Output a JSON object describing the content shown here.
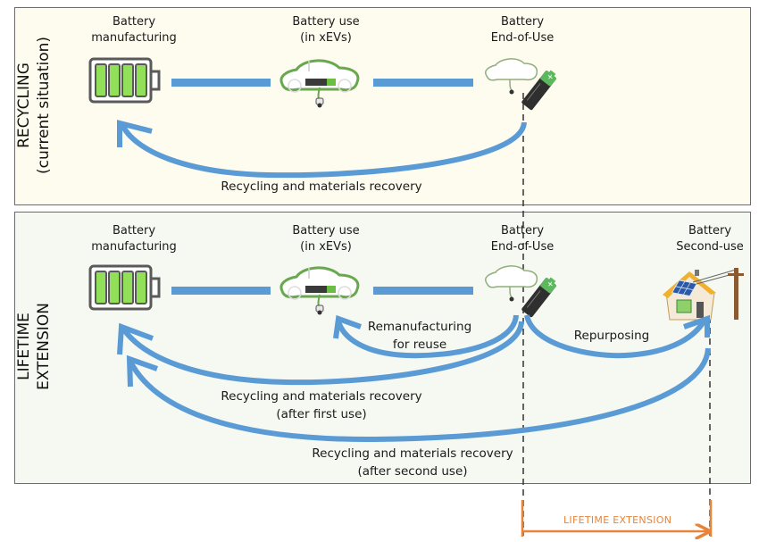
{
  "colors": {
    "arrow_blue": "#5b9bd5",
    "connector_blue": "#5b9bd5",
    "battery_green": "#92e05a",
    "battery_outline": "#5a5a5a",
    "lifetime_orange": "#e8843a",
    "panel_top_bg": "#fefcef",
    "panel_bottom_bg": "#f5f9f1",
    "dashed_line": "#333333"
  },
  "panels": {
    "top": {
      "side_label": [
        "RECYCLING",
        "(current situation)"
      ],
      "stages": [
        {
          "id": "manufacturing",
          "lines": [
            "Battery",
            "manufacturing"
          ],
          "icon": "battery-full-icon"
        },
        {
          "id": "use",
          "lines": [
            "Battery use",
            "(in xEVs)"
          ],
          "icon": "electric-car-icon"
        },
        {
          "id": "end-of-use",
          "lines": [
            "Battery",
            "End-of-Use"
          ],
          "icon": "removed-battery-icon"
        }
      ],
      "flows": [
        {
          "id": "recycling",
          "lines": [
            "Recycling and materials recovery"
          ],
          "from": "end-of-use",
          "to": "manufacturing"
        }
      ]
    },
    "bottom": {
      "side_label": [
        "LIFETIME",
        "EXTENSION"
      ],
      "stages": [
        {
          "id": "manufacturing",
          "lines": [
            "Battery",
            "manufacturing"
          ],
          "icon": "battery-full-icon"
        },
        {
          "id": "use",
          "lines": [
            "Battery use",
            "(in xEVs)"
          ],
          "icon": "electric-car-icon"
        },
        {
          "id": "end-of-use",
          "lines": [
            "Battery",
            "End-of-Use"
          ],
          "icon": "removed-battery-icon"
        },
        {
          "id": "second-use",
          "lines": [
            "Battery",
            "Second-use"
          ],
          "icon": "solar-house-icon"
        }
      ],
      "flows": [
        {
          "id": "remanufacturing",
          "lines": [
            "Remanufacturing",
            "for reuse"
          ],
          "from": "end-of-use",
          "to": "use"
        },
        {
          "id": "repurposing",
          "lines": [
            "Repurposing"
          ],
          "from": "end-of-use",
          "to": "second-use"
        },
        {
          "id": "recycling-first",
          "lines": [
            "Recycling and materials recovery",
            "(after first use)"
          ],
          "from": "end-of-use",
          "to": "manufacturing"
        },
        {
          "id": "recycling-second",
          "lines": [
            "Recycling and materials recovery",
            "(after second use)"
          ],
          "from": "second-use",
          "to": "manufacturing"
        }
      ]
    }
  },
  "lifetime_extension": {
    "label": "LIFETIME EXTENSION",
    "from": "end-of-use",
    "to": "second-use"
  }
}
